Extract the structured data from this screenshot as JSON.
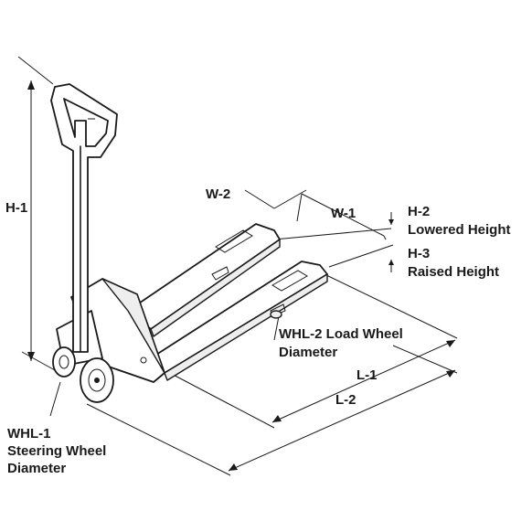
{
  "labels": {
    "h1": "H-1",
    "w2": "W-2",
    "w1": "W-1",
    "h2": "H-2",
    "h2_desc": "Lowered Height",
    "h3": "H-3",
    "h3_desc": "Raised Height",
    "whl2_line1": "WHL-2 Load Wheel",
    "whl2_line2": "Diameter",
    "l1": "L-1",
    "l2": "L-2",
    "whl1_line1": "WHL-1",
    "whl1_line2": "Steering Wheel",
    "whl1_line3": "Diameter"
  },
  "colors": {
    "ink": "#1a1a1a",
    "fill": "#ffffff",
    "shade": "#eeeeee"
  }
}
